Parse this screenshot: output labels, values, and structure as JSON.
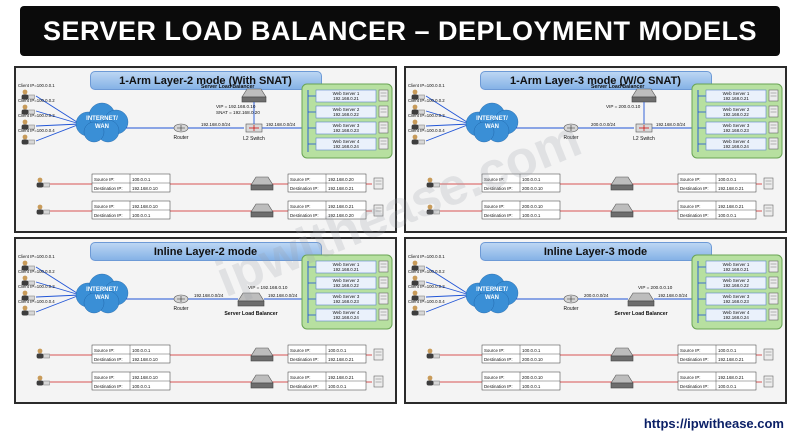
{
  "title": "SERVER LOAD BALANCER – DEPLOYMENT MODELS",
  "watermark": "ipwithease.com",
  "footer_url": "https://ipwithease.com",
  "colors": {
    "accent": "#85b2e6",
    "server_box": "#b7e0a0",
    "cloud": "#3a8fd6",
    "line_blue": "#2155d6",
    "line_red": "#d11f1f"
  },
  "labels": {
    "internet": [
      "INTERNET/",
      "WAN"
    ],
    "router": "Router",
    "l2switch": "L2 Switch",
    "slb": "Server Load Balancer",
    "source": "Source IP:",
    "dest": "Destination IP:"
  },
  "clients": [
    "Client IP=100.0.0.1",
    "Client IP=100.0.0.2",
    "Client IP=100.0.0.3",
    "Client IP=100.0.0.4"
  ],
  "panels": [
    {
      "title": "1-Arm Layer-2 mode (With SNAT)",
      "servers": [
        {
          "name": "Web Server 1",
          "ip": "192.168.0.21"
        },
        {
          "name": "Web Server 2",
          "ip": "192.168.0.22"
        },
        {
          "name": "Web Server 3",
          "ip": "192.168.0.23"
        },
        {
          "name": "Web Server 4",
          "ip": "192.168.0.24"
        }
      ],
      "vip": "VIP    = 192.168.0.10",
      "snat": "SNAT = 192.168.0.20",
      "subnet1": "192.168.0.0/24",
      "subnet2": "192.168.0.0/24",
      "flows": [
        {
          "left": {
            "src": "100.0.0.1",
            "dst": "192.168.0.10"
          },
          "right": {
            "src": "192.168.0.20",
            "dst": "192.168.0.21"
          }
        },
        {
          "left": {
            "src": "192.168.0.10",
            "dst": "100.0.0.1"
          },
          "right": {
            "src": "192.168.0.21",
            "dst": "192.168.0.20"
          }
        }
      ]
    },
    {
      "title": "1-Arm Layer-3 mode (W/O SNAT)",
      "servers": [
        {
          "name": "Web Server 1",
          "ip": "192.168.0.21"
        },
        {
          "name": "Web Server 2",
          "ip": "192.168.0.22"
        },
        {
          "name": "Web Server 3",
          "ip": "192.168.0.23"
        },
        {
          "name": "Web Server 4",
          "ip": "192.168.0.24"
        }
      ],
      "vip": "VIP   = 200.0.0.10",
      "snat": "",
      "subnet1": "200.0.0.0/24",
      "subnet2": "192.168.0.0/24",
      "flows": [
        {
          "left": {
            "src": "100.0.0.1",
            "dst": "200.0.0.10"
          },
          "right": {
            "src": "100.0.0.1",
            "dst": "192.168.0.21"
          }
        },
        {
          "left": {
            "src": "200.0.0.10",
            "dst": "100.0.0.1"
          },
          "right": {
            "src": "192.168.0.21",
            "dst": "100.0.0.1"
          }
        }
      ]
    },
    {
      "title": "Inline Layer-2 mode",
      "servers": [
        {
          "name": "Web Server 1",
          "ip": "192.168.0.21"
        },
        {
          "name": "Web Server 2",
          "ip": "192.168.0.22"
        },
        {
          "name": "Web Server 3",
          "ip": "192.168.0.23"
        },
        {
          "name": "Web Server 4",
          "ip": "192.168.0.24"
        }
      ],
      "vip": "VIP = 192.168.0.10",
      "snat": "",
      "subnet1": "192.168.0.0/24",
      "subnet2": "192.168.0.0/24",
      "flows": [
        {
          "left": {
            "src": "100.0.0.1",
            "dst": "192.168.0.10"
          },
          "right": {
            "src": "100.0.0.1",
            "dst": "192.168.0.21"
          }
        },
        {
          "left": {
            "src": "192.168.0.10",
            "dst": "100.0.0.1"
          },
          "right": {
            "src": "192.168.0.21",
            "dst": "100.0.0.1"
          }
        }
      ]
    },
    {
      "title": "Inline Layer-3 mode",
      "servers": [
        {
          "name": "Web Server 1",
          "ip": "192.168.0.21"
        },
        {
          "name": "Web Server 2",
          "ip": "192.168.0.22"
        },
        {
          "name": "Web Server 3",
          "ip": "192.168.0.23"
        },
        {
          "name": "Web Server 4",
          "ip": "192.168.0.24"
        }
      ],
      "vip": "VIP = 200.0.0.10",
      "snat": "",
      "subnet1": "200.0.0.0/24",
      "subnet2": "192.168.0.0/24",
      "flows": [
        {
          "left": {
            "src": "100.0.0.1",
            "dst": "200.0.0.10"
          },
          "right": {
            "src": "100.0.0.1",
            "dst": "192.168.0.21"
          }
        },
        {
          "left": {
            "src": "200.0.0.10",
            "dst": "100.0.0.1"
          },
          "right": {
            "src": "192.168.0.21",
            "dst": "100.0.0.1"
          }
        }
      ]
    }
  ]
}
